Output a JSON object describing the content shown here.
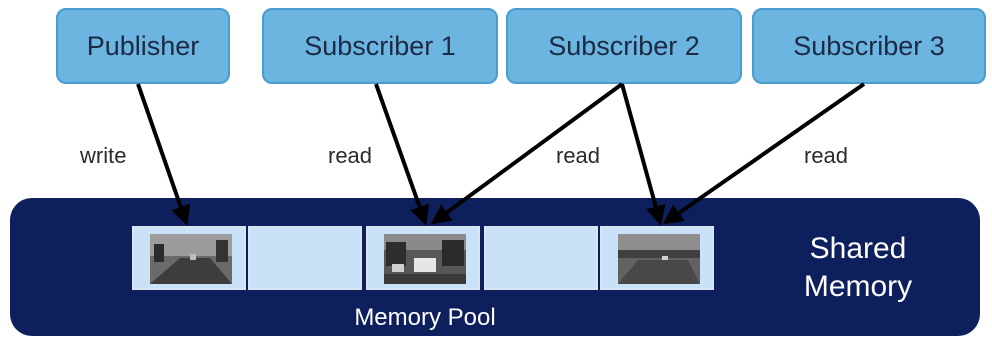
{
  "nodes": {
    "publisher": "Publisher",
    "subscriber1": "Subscriber 1",
    "subscriber2": "Subscriber 2",
    "subscriber3": "Subscriber 3"
  },
  "edges": {
    "write": "write",
    "read1": "read",
    "read2": "read",
    "read3": "read"
  },
  "memory": {
    "pool_label": "Memory Pool",
    "shared_line1": "Shared",
    "shared_line2": "Memory",
    "slots": [
      "image",
      "empty",
      "image",
      "empty",
      "image"
    ]
  },
  "colors": {
    "node_fill": "#6bb5e0",
    "node_border": "#4a9ccf",
    "memory_fill": "#0e1f5e",
    "slot_fill": "#c9e2f7",
    "arrow": "#000000"
  }
}
